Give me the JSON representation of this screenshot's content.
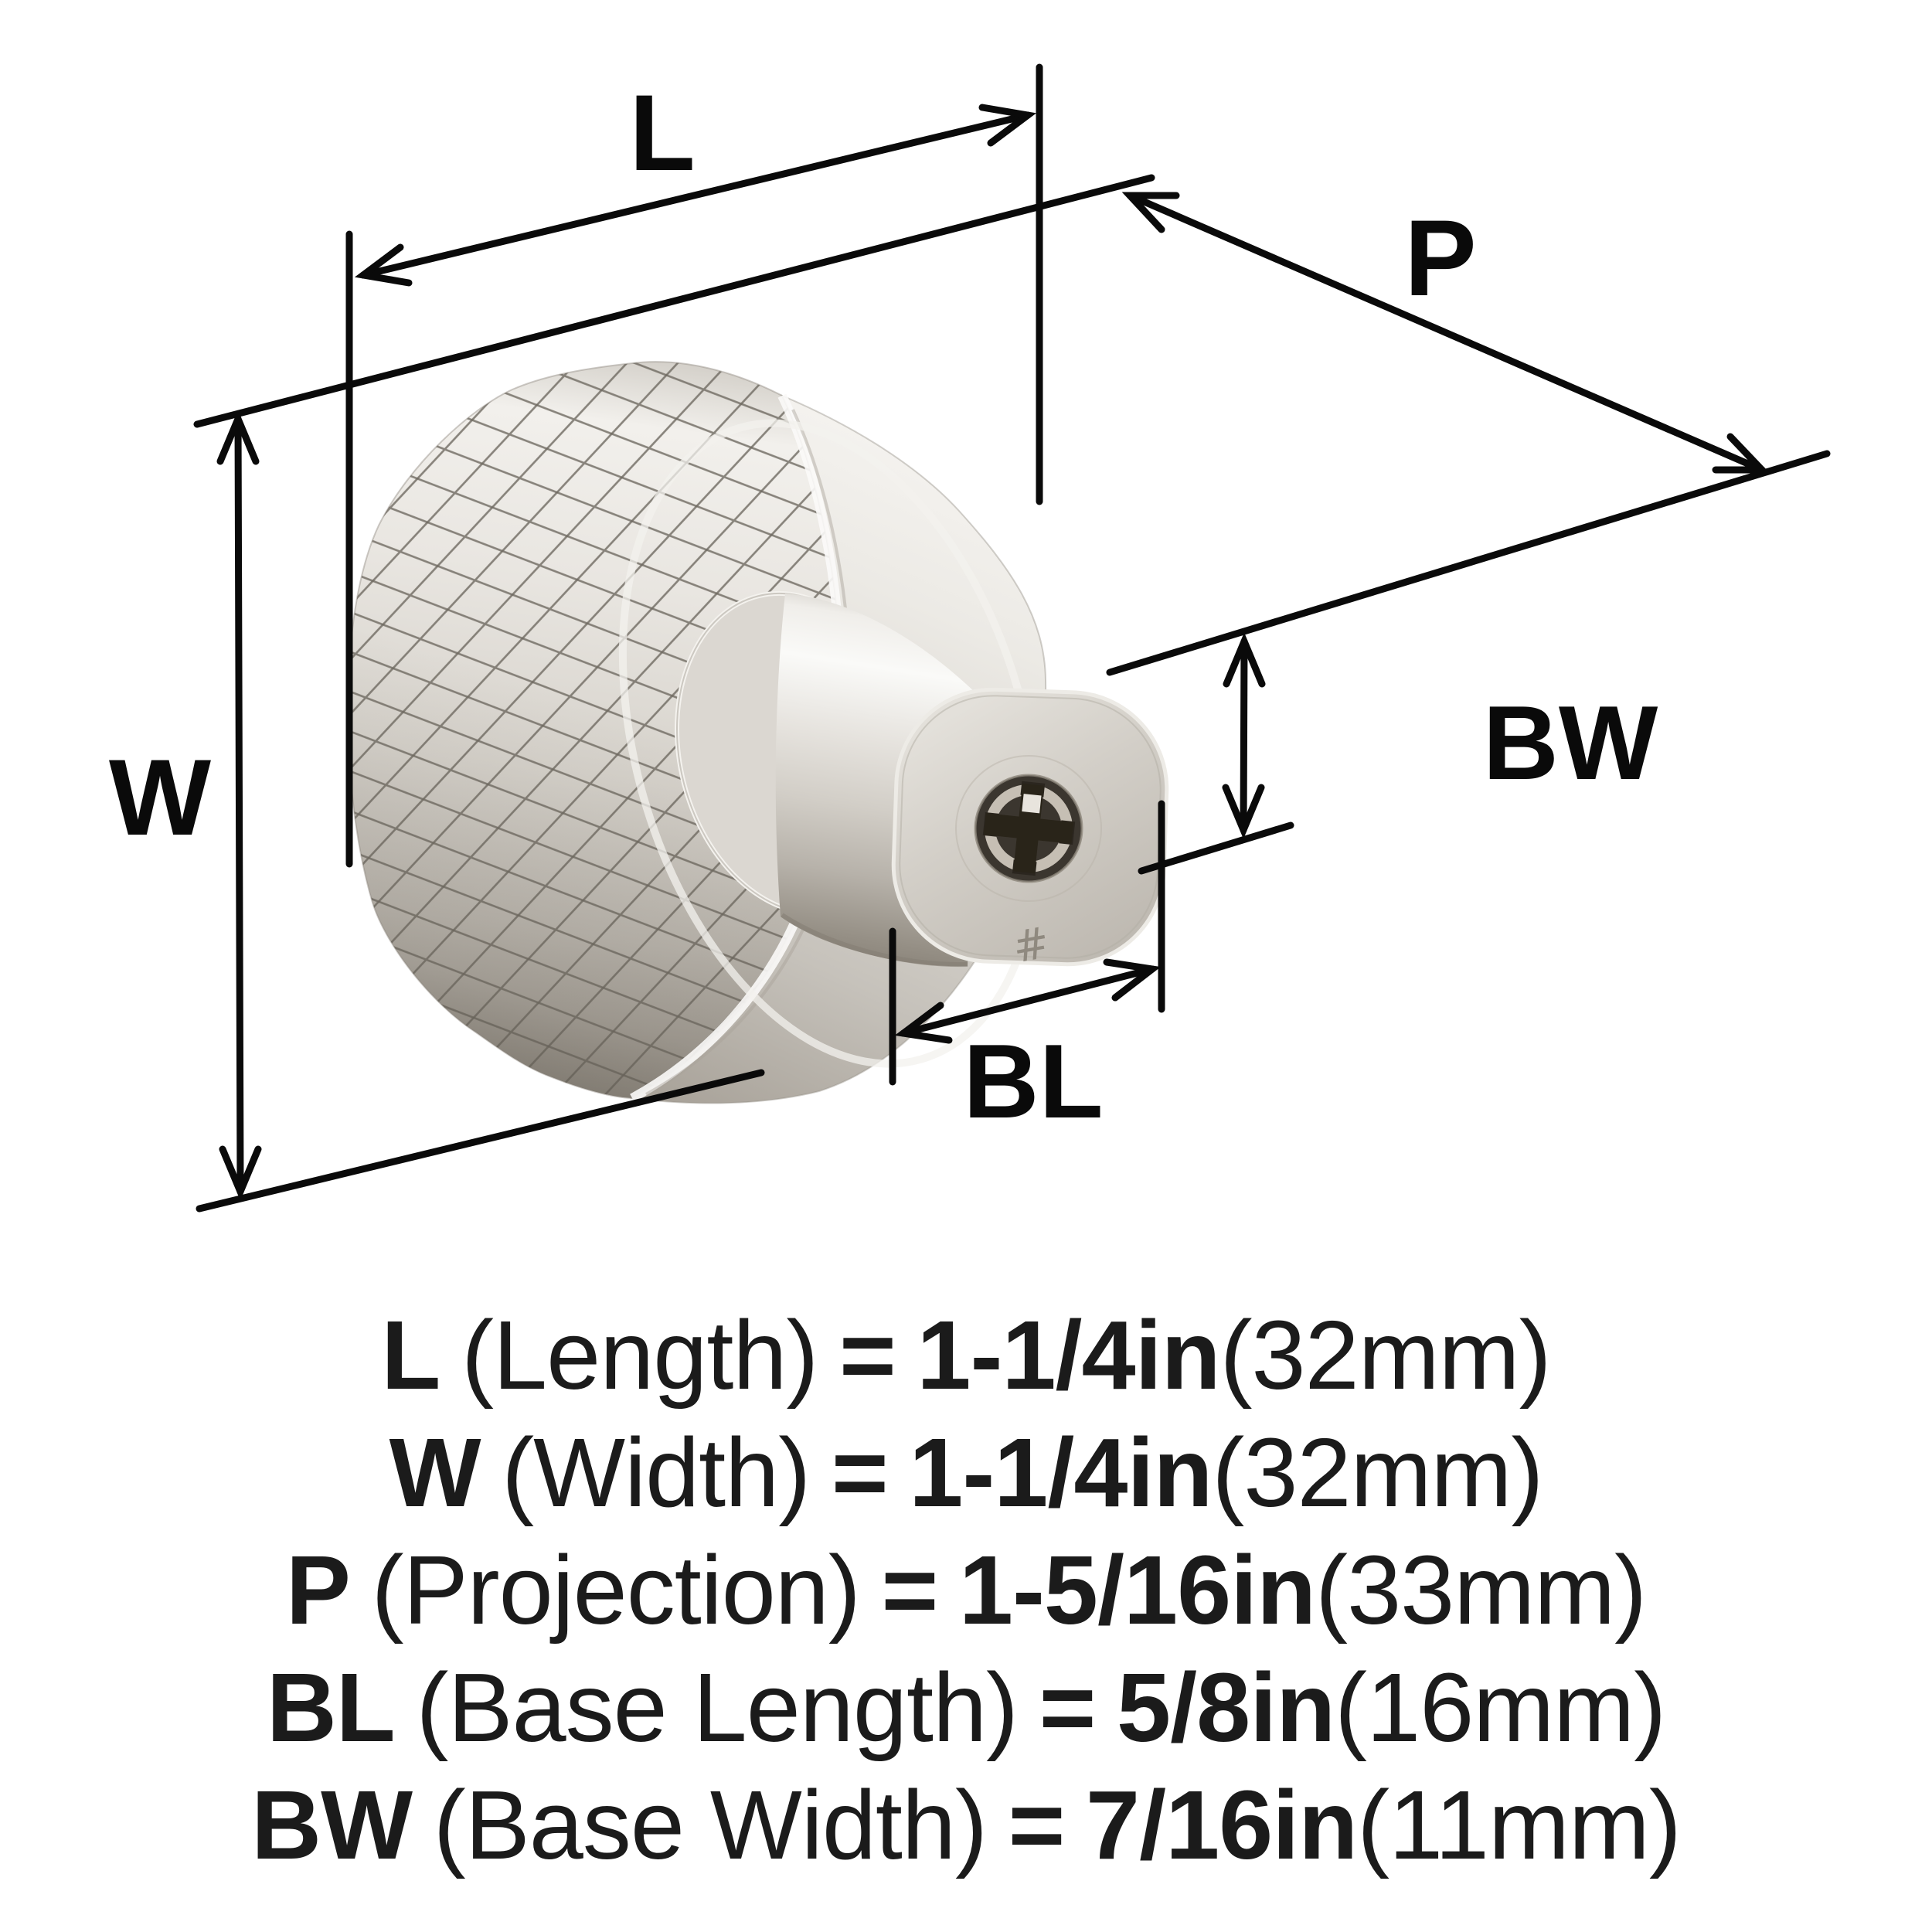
{
  "page": {
    "background": "#ffffff"
  },
  "diagram": {
    "line_color": "#0a0a0a",
    "metal_base_color": "#d8d4cd",
    "dim_labels": {
      "L": "L",
      "W": "W",
      "P": "P",
      "BL": "BL",
      "BW": "BW"
    },
    "engraving": "#"
  },
  "legend": {
    "text_color": "#1b1b1b",
    "lines": [
      {
        "abbr": "L",
        "label": "(Length)",
        "eq": "=",
        "value": "1-1/4in",
        "metric": "(32mm)"
      },
      {
        "abbr": "W",
        "label": "(Width)",
        "eq": "=",
        "value": "1-1/4in",
        "metric": "(32mm)"
      },
      {
        "abbr": "P",
        "label": "(Projection)",
        "eq": "=",
        "value": "1-5/16in",
        "metric": "(33mm)"
      },
      {
        "abbr": "BL",
        "label": "(Base Length)",
        "eq": "=",
        "value": "5/8in",
        "metric": "(16mm)"
      },
      {
        "abbr": "BW",
        "label": "(Base Width)",
        "eq": "=",
        "value": "7/16in",
        "metric": "(11mm)"
      }
    ]
  }
}
